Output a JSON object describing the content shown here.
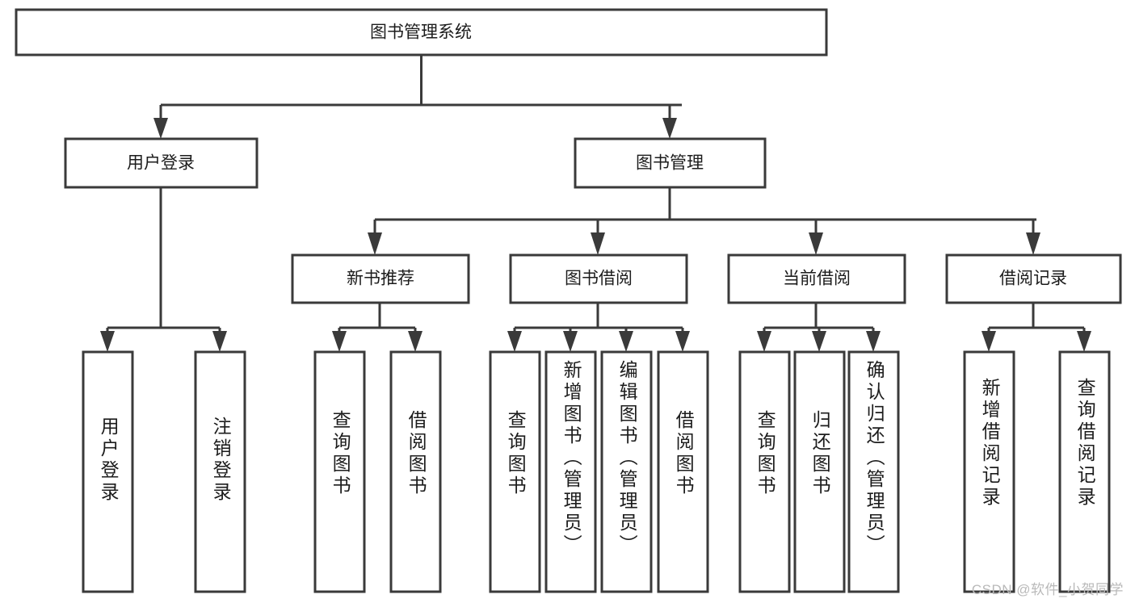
{
  "diagram": {
    "title_node": {
      "label": "图书管理系统"
    },
    "level2": [
      {
        "id": "user-login",
        "label": "用户登录"
      },
      {
        "id": "book-manage",
        "label": "图书管理"
      }
    ],
    "level3": [
      {
        "id": "new-book-recommend",
        "label": "新书推荐"
      },
      {
        "id": "book-borrow",
        "label": "图书借阅"
      },
      {
        "id": "current-borrow",
        "label": "当前借阅"
      },
      {
        "id": "borrow-record",
        "label": "借阅记录"
      }
    ],
    "leaves": [
      {
        "id": "leaf-user-login",
        "label": "用户登录",
        "parent": "user-login"
      },
      {
        "id": "leaf-logout",
        "label": "注销登录",
        "parent": "user-login"
      },
      {
        "id": "leaf-query-book-1",
        "label": "查询图书",
        "parent": "new-book-recommend"
      },
      {
        "id": "leaf-borrow-book-1",
        "label": "借阅图书",
        "parent": "new-book-recommend"
      },
      {
        "id": "leaf-query-book-2",
        "label": "查询图书",
        "parent": "book-borrow"
      },
      {
        "id": "leaf-add-book",
        "label": "新增图书（管理员）",
        "parent": "book-borrow"
      },
      {
        "id": "leaf-edit-book",
        "label": "编辑图书（管理员）",
        "parent": "book-borrow"
      },
      {
        "id": "leaf-borrow-book-2",
        "label": "借阅图书",
        "parent": "book-borrow"
      },
      {
        "id": "leaf-query-book-3",
        "label": "查询图书",
        "parent": "current-borrow"
      },
      {
        "id": "leaf-return-book",
        "label": "归还图书",
        "parent": "current-borrow"
      },
      {
        "id": "leaf-confirm-return",
        "label": "确认归还（管理员）",
        "parent": "current-borrow"
      },
      {
        "id": "leaf-add-record",
        "label": "新增借阅记录",
        "parent": "borrow-record"
      },
      {
        "id": "leaf-query-record",
        "label": "查询借阅记录",
        "parent": "borrow-record"
      }
    ]
  },
  "watermark": {
    "text": "CSDN @软件_小贺同学"
  },
  "colors": {
    "box_border": "#3a3a3a",
    "box_fill": "#ffffff",
    "text": "#1c1c1c",
    "watermark": "#b9b9b9",
    "background": "#ffffff"
  },
  "chart_data": {
    "type": "tree",
    "title": "图书管理系统",
    "nodes": [
      {
        "level": 1,
        "label": "图书管理系统",
        "children": [
          "用户登录",
          "图书管理"
        ]
      },
      {
        "level": 2,
        "label": "用户登录",
        "children": [
          "用户登录",
          "注销登录"
        ]
      },
      {
        "level": 2,
        "label": "图书管理",
        "children": [
          "新书推荐",
          "图书借阅",
          "当前借阅",
          "借阅记录"
        ]
      },
      {
        "level": 3,
        "label": "新书推荐",
        "children": [
          "查询图书",
          "借阅图书"
        ]
      },
      {
        "level": 3,
        "label": "图书借阅",
        "children": [
          "查询图书",
          "新增图书（管理员）",
          "编辑图书（管理员）",
          "借阅图书"
        ]
      },
      {
        "level": 3,
        "label": "当前借阅",
        "children": [
          "查询图书",
          "归还图书",
          "确认归还（管理员）"
        ]
      },
      {
        "level": 3,
        "label": "借阅记录",
        "children": [
          "新增借阅记录",
          "查询借阅记录"
        ]
      }
    ]
  }
}
